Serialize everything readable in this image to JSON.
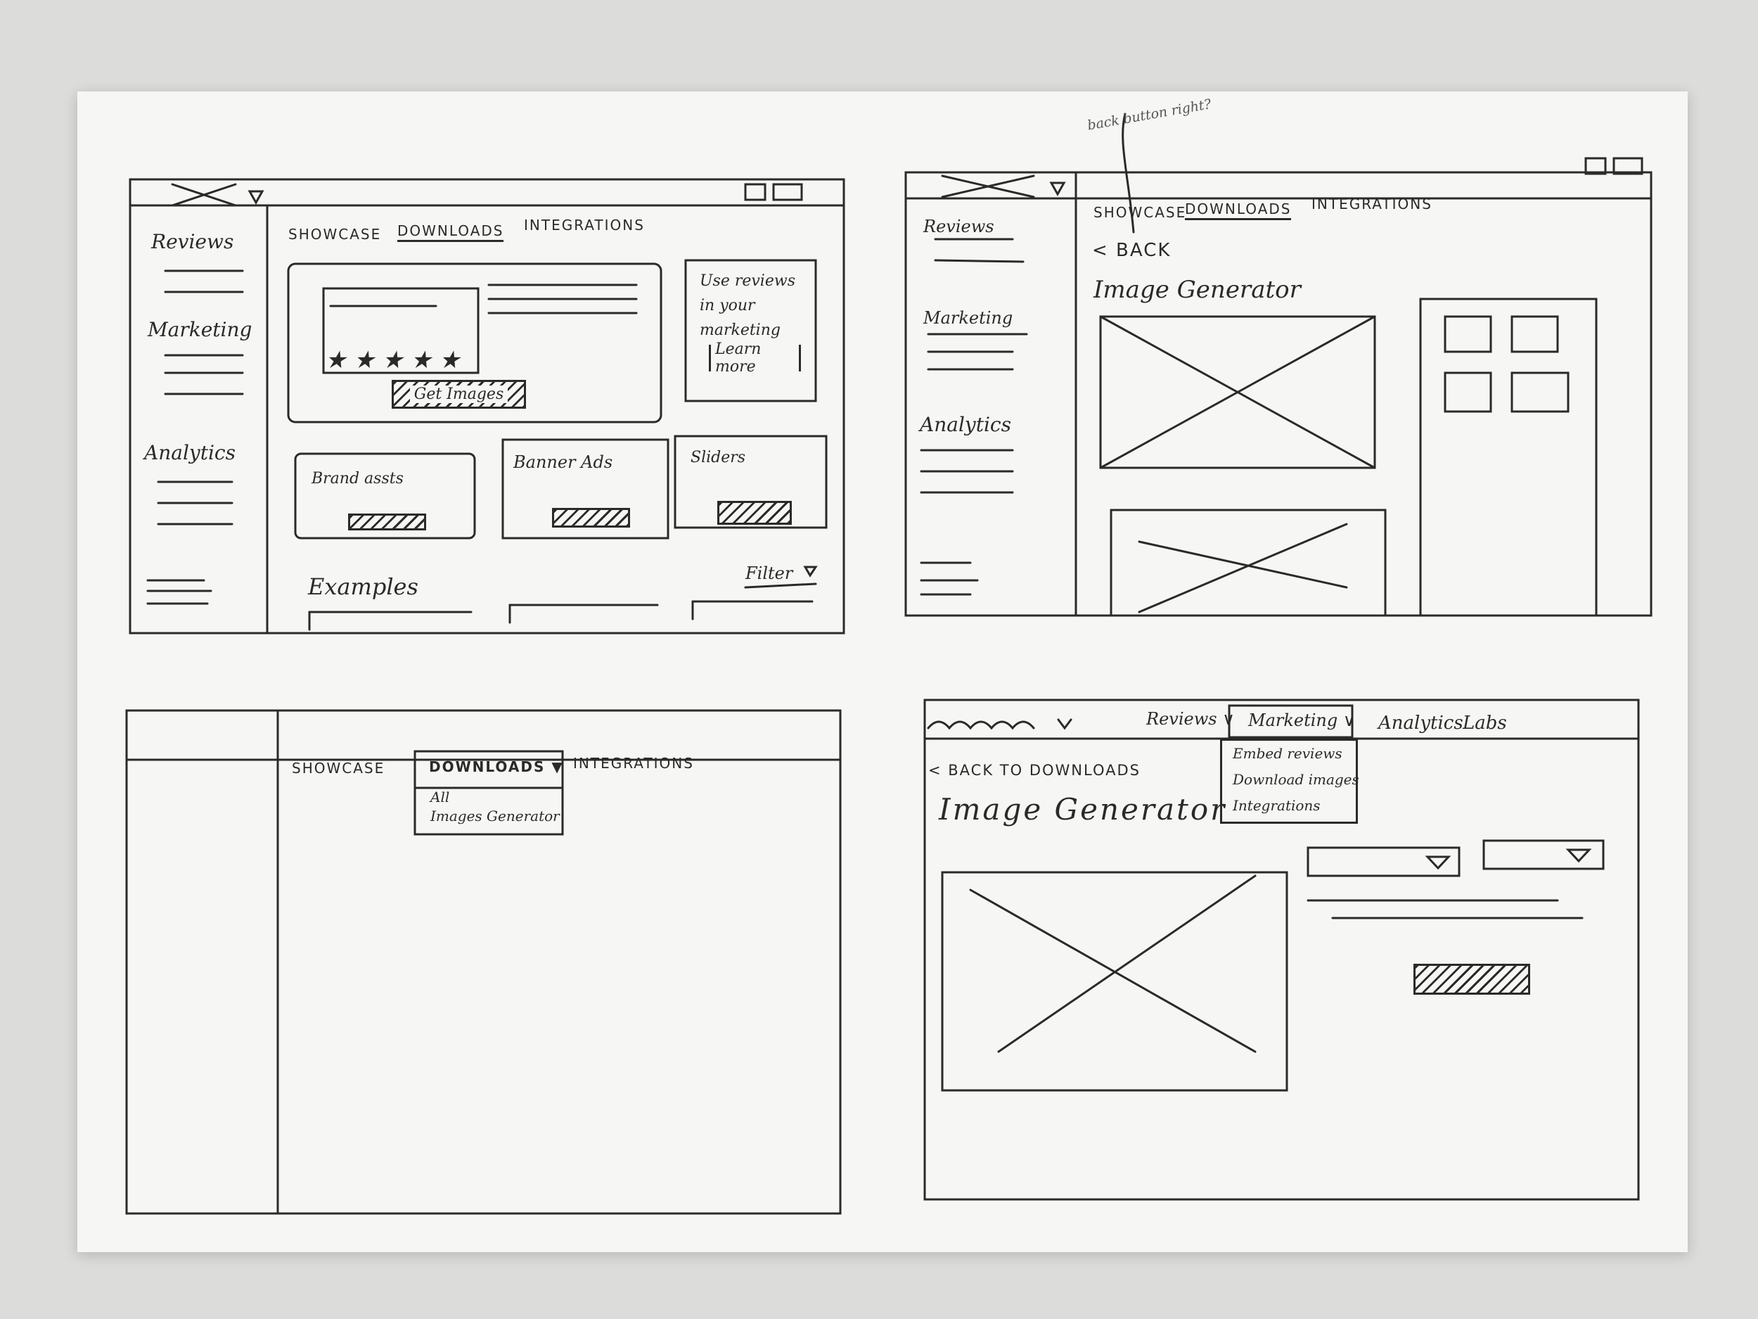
{
  "sketch_1": {
    "sidebar": {
      "sections": [
        "Reviews",
        "Marketing",
        "Analytics"
      ]
    },
    "tabs": [
      "SHOWCASE",
      "DOWNLOADS",
      "INTEGRATIONS"
    ],
    "promo_card": {
      "text": "Use reviews in your marketing",
      "button": "Learn more"
    },
    "hero_card": {
      "button": "Get Images"
    },
    "asset_cards": [
      "Brand assts",
      "Banner Ads",
      "Sliders"
    ],
    "examples_heading": "Examples",
    "filter_label": "Filter"
  },
  "sketch_2": {
    "annotation": "back button right?",
    "sidebar": {
      "sections": [
        "Reviews",
        "Marketing",
        "Analytics"
      ]
    },
    "tabs": [
      "SHOWCASE",
      "DOWNLOADS",
      "INTEGRATIONS"
    ],
    "back_label": "< BACK",
    "page_title": "Image Generator"
  },
  "sketch_3": {
    "tabs": [
      "SHOWCASE",
      "DOWNLOADS",
      "INTEGRATIONS"
    ],
    "downloads_menu": [
      "All",
      "Images Generator"
    ]
  },
  "sketch_4": {
    "nav": [
      "Reviews",
      "Marketing",
      "Analytics",
      "Labs"
    ],
    "marketing_menu": [
      "Embed reviews",
      "Download images",
      "Integrations"
    ],
    "back_label": "< BACK TO DOWNLOADS",
    "page_title": "Image Generator"
  },
  "icons": [
    "placeholder-image-icon",
    "dropdown-triangle-icon",
    "window-control-icon"
  ]
}
